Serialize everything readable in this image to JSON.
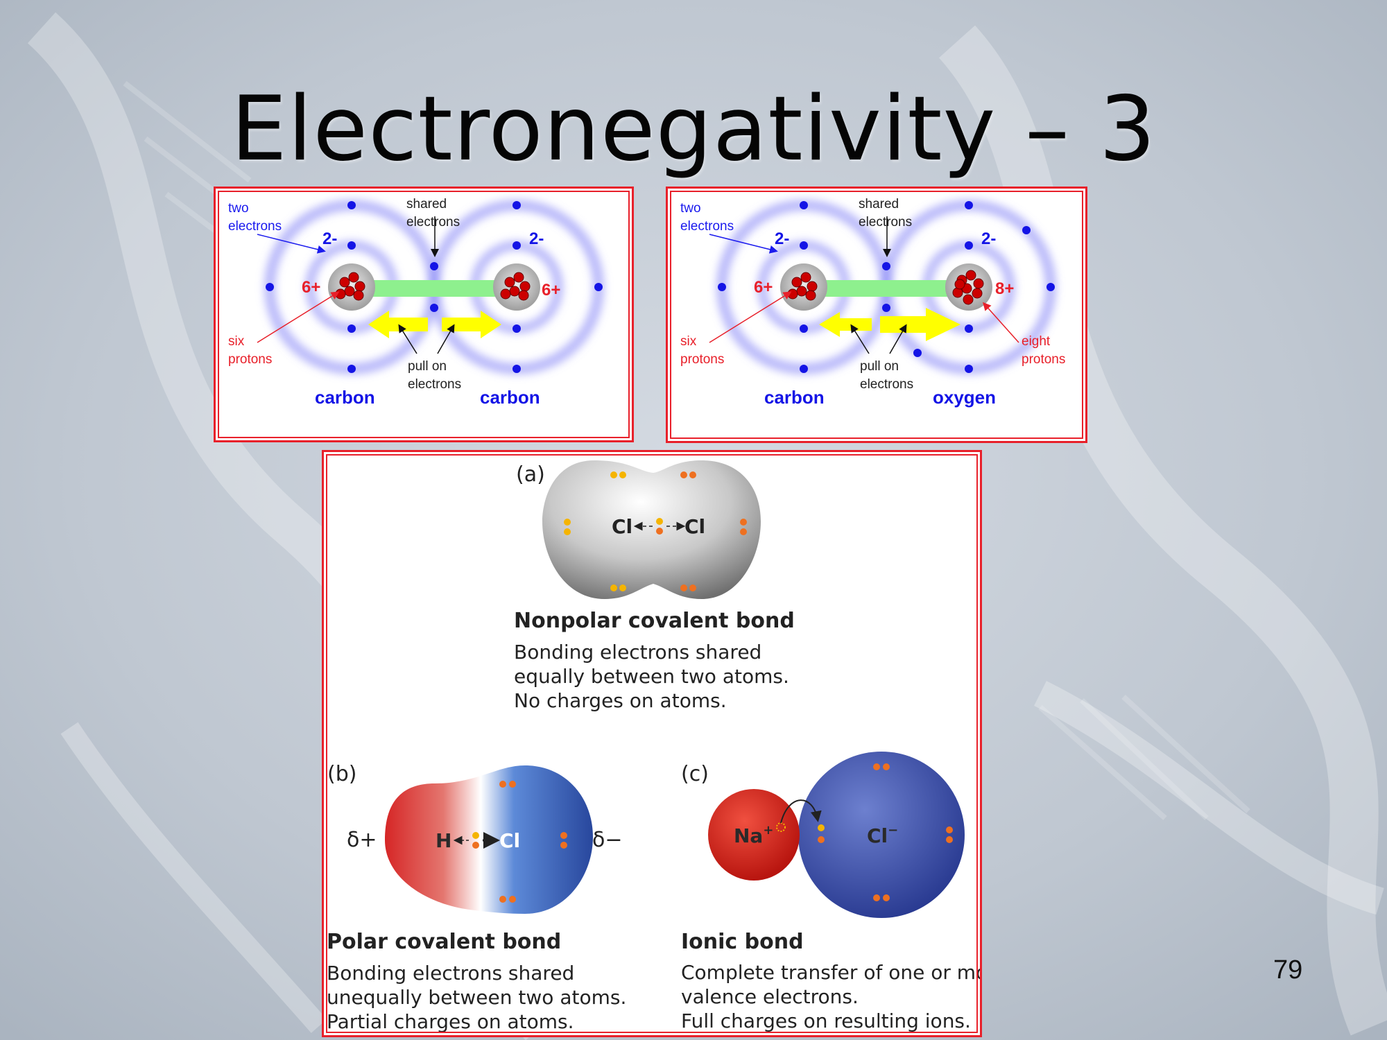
{
  "slide": {
    "title": "Electronegativity – 3",
    "page_number": "79"
  },
  "panel_cc": {
    "two_electrons": [
      "two",
      "electrons"
    ],
    "shared_electrons": [
      "shared",
      "electrons"
    ],
    "six_protons": [
      "six",
      "protons"
    ],
    "pull_on_electrons": [
      "pull on",
      "electrons"
    ],
    "left_charge_outer": "2-",
    "right_charge_outer": "2-",
    "left_nucleus_charge": "6+",
    "right_nucleus_charge": "6+",
    "left_atom": "carbon",
    "right_atom": "carbon"
  },
  "panel_co": {
    "two_electrons": [
      "two",
      "electrons"
    ],
    "shared_electrons": [
      "shared",
      "electrons"
    ],
    "six_protons": [
      "six",
      "protons"
    ],
    "eight_protons": [
      "eight",
      "protons"
    ],
    "pull_on_electrons": [
      "pull on",
      "electrons"
    ],
    "left_charge_outer": "2-",
    "right_charge_outer": "2-",
    "left_nucleus_charge": "6+",
    "right_nucleus_charge": "8+",
    "left_atom": "carbon",
    "right_atom": "oxygen"
  },
  "bonds": {
    "a": {
      "letter": "(a)",
      "atom_left": "Cl",
      "atom_right": "Cl",
      "heading": "Nonpolar covalent bond",
      "lines": [
        "Bonding electrons shared",
        "equally between two atoms.",
        "No charges on atoms."
      ]
    },
    "b": {
      "letter": "(b)",
      "delta_plus": "δ+",
      "delta_minus": "δ−",
      "atom_left": "H",
      "atom_right": "Cl",
      "heading": "Polar covalent bond",
      "lines": [
        "Bonding electrons shared",
        "unequally  between two atoms.",
        "Partial charges on atoms."
      ]
    },
    "c": {
      "letter": "(c)",
      "ion_left": "Na",
      "ion_left_sup": "+",
      "ion_right": "Cl",
      "ion_right_sup": "−",
      "heading": "Ionic bond",
      "lines": [
        "Complete transfer of one or more",
        "valence electrons.",
        "Full charges on resulting ions."
      ]
    }
  },
  "colors": {
    "electron_blue": "#1414e6",
    "label_red": "#e8202a",
    "shared_green": "#8ef08e",
    "pull_yellow": "#ffff00"
  }
}
